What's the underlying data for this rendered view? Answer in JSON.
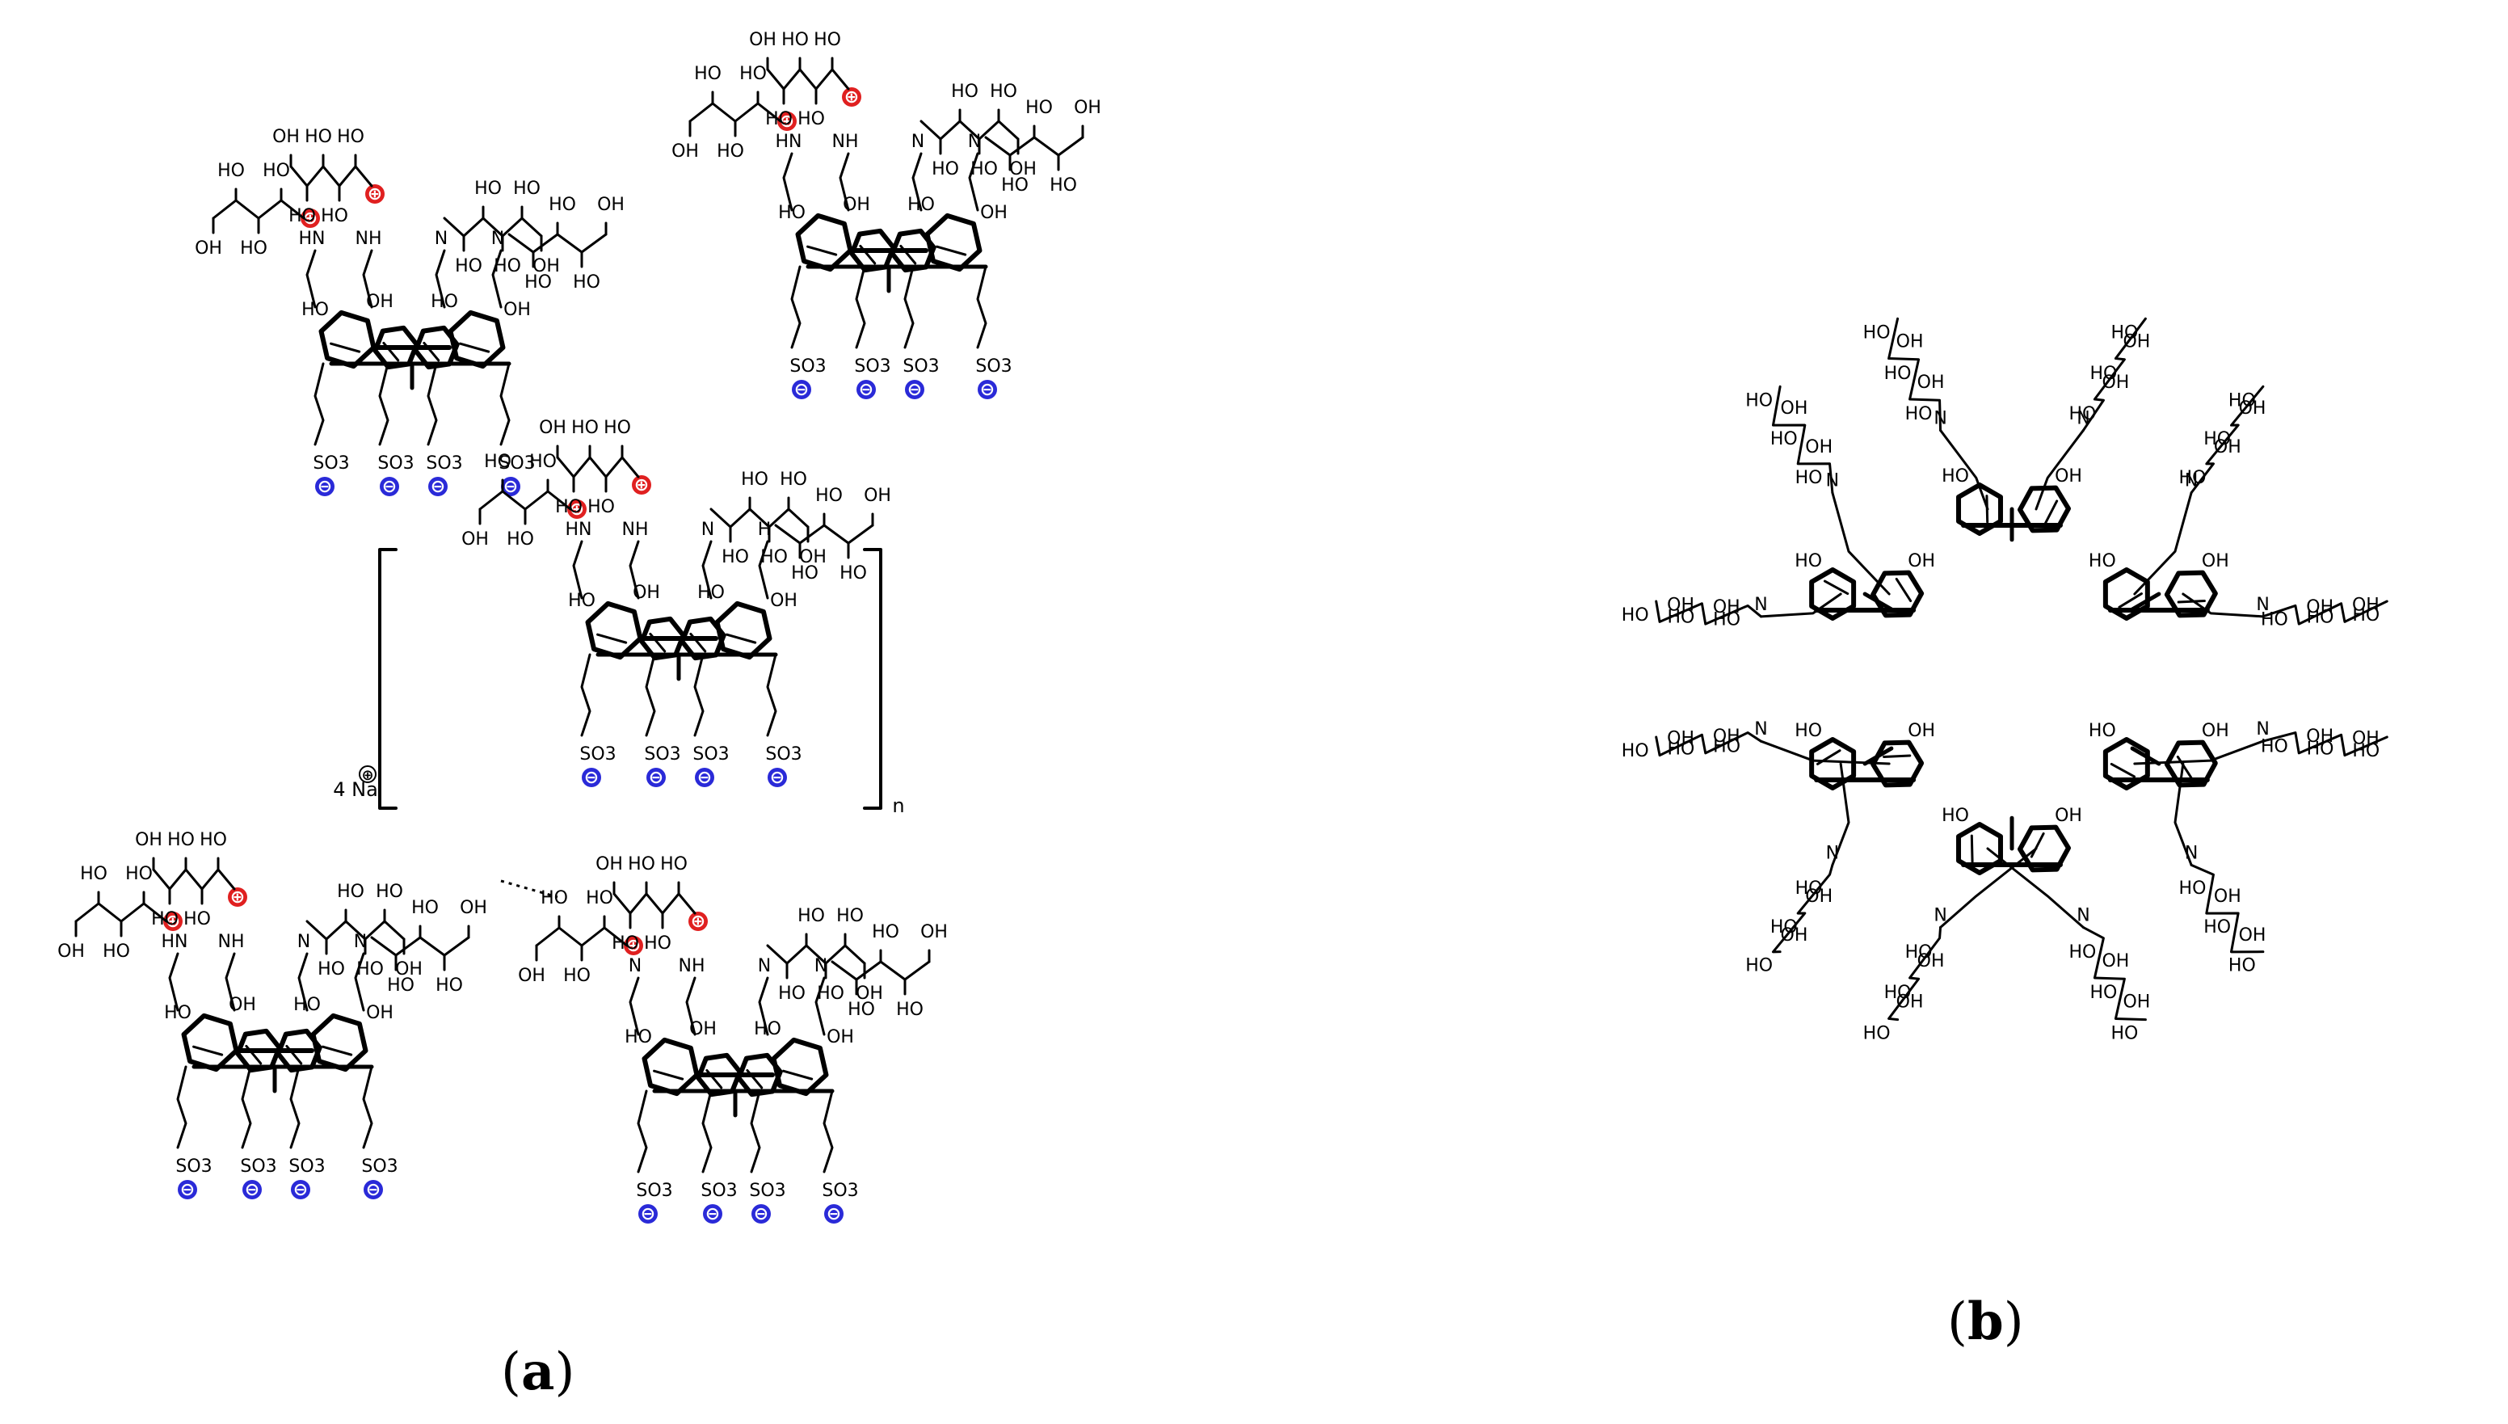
{
  "figure": {
    "panel_a": {
      "label_open": "(",
      "label_letter": "a",
      "label_close": ")",
      "counterion": "4 Na",
      "repeat_subscript": "n",
      "units": [
        {
          "cations": [
            "⊕",
            "⊕"
          ],
          "amine_labels": [
            "HN",
            "NH",
            "N",
            "N"
          ],
          "sulfonates": [
            "SO3",
            "SO3",
            "SO3",
            "SO3"
          ]
        },
        {
          "cations": [
            "⊕",
            "⊕"
          ],
          "amine_labels": [
            "HN",
            "NH",
            "N",
            "N"
          ],
          "sulfonates": [
            "SO3",
            "SO3",
            "SO3",
            "SO3"
          ]
        },
        {
          "cations": [
            "⊕",
            "⊕"
          ],
          "amine_labels": [
            "HN",
            "NH",
            "N",
            "H"
          ],
          "sulfonates": [
            "SO3",
            "SO3",
            "SO3",
            "SO3"
          ]
        },
        {
          "cations": [
            "⊕",
            "⊕"
          ],
          "amine_labels": [
            "HN",
            "NH",
            "N",
            "N"
          ],
          "sulfonates": [
            "SO3",
            "SO3",
            "SO3",
            "SO3"
          ]
        },
        {
          "cations": [
            "⊕",
            "⊕"
          ],
          "amine_labels": [
            "N",
            "NH",
            "N",
            "N"
          ],
          "sulfonates": [
            "SO3",
            "SO3",
            "SO3",
            "SO3"
          ]
        }
      ],
      "hydroxyl": "OH",
      "hydroxyl_alt": "HO",
      "anion": "⊖",
      "cation": "⊕"
    },
    "panel_b": {
      "label_open": "(",
      "label_letter": "b",
      "label_close": ")",
      "amine": "N",
      "hydroxyl": "OH",
      "hydroxyl_alt": "HO",
      "macrocycle_count": 6
    },
    "colors": {
      "ink": "#000000",
      "cation": "#e02020",
      "anion": "#2a2ad8"
    }
  }
}
